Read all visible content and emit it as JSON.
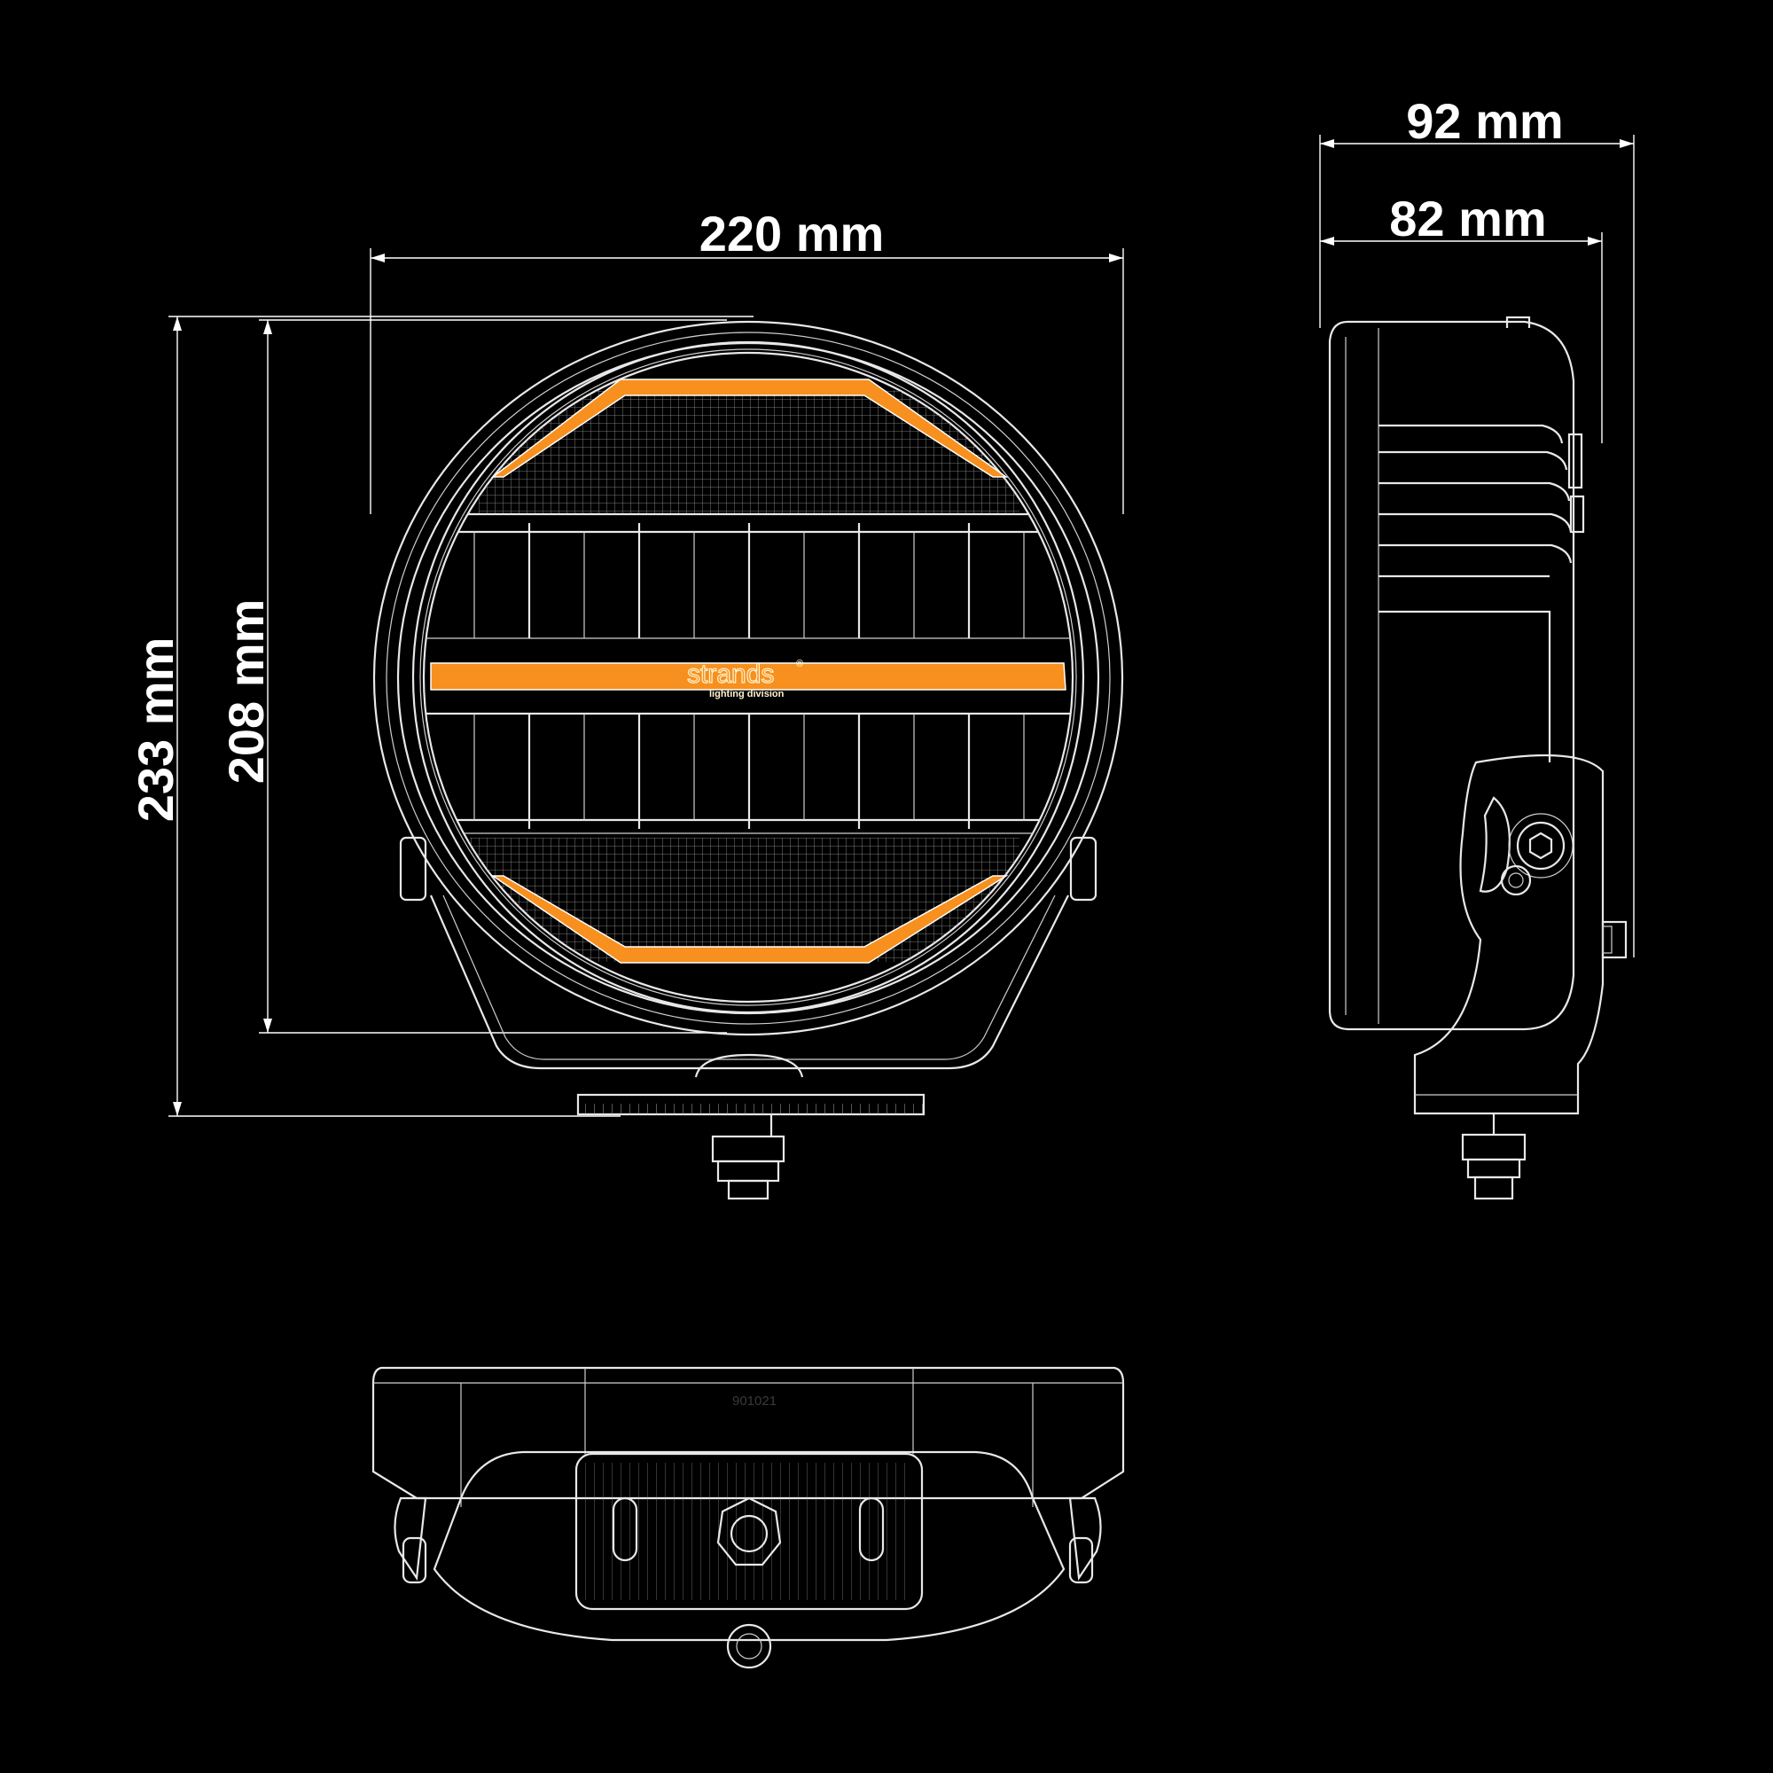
{
  "dimensions": {
    "front_width": "220 mm",
    "overall_height": "233 mm",
    "lens_height": "208 mm",
    "side_depth_overall": "92 mm",
    "side_depth_body": "82 mm"
  },
  "logo": {
    "brand": "strands",
    "registered": "®",
    "tagline": "lighting division"
  },
  "bottom_view": {
    "part_number": "901021"
  },
  "colors": {
    "background": "#000000",
    "line": "#e8e8e8",
    "accent_orange": "#f7901e"
  }
}
